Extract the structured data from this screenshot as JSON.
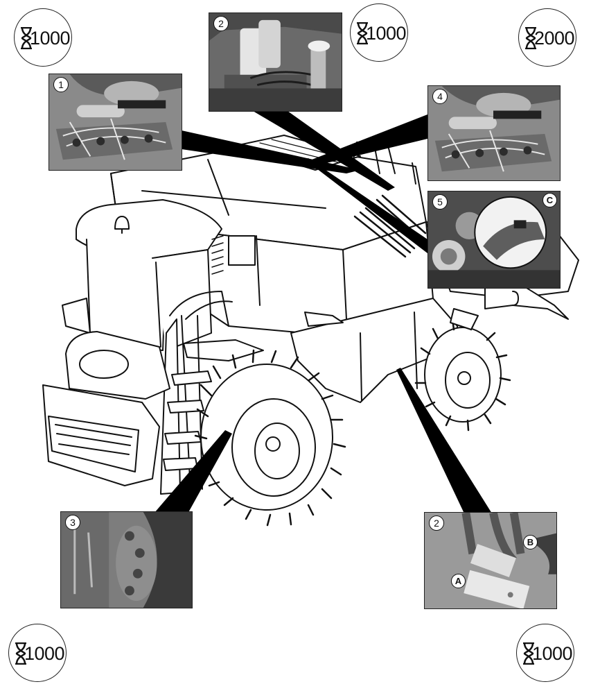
{
  "hour_badges": {
    "top_left": "1000",
    "top_center": "1000",
    "top_right": "2000",
    "bottom_left": "1000",
    "bottom_right": "1000"
  },
  "photos": {
    "p1": {
      "number": "1"
    },
    "p2_top": {
      "number": "2"
    },
    "p4": {
      "number": "4"
    },
    "p5": {
      "number": "5",
      "letter": "C"
    },
    "p3": {
      "number": "3"
    },
    "p2_bottom": {
      "number": "2",
      "letter_a": "A",
      "letter_b": "B"
    }
  },
  "icons": {
    "hour_badge": "hourglass-icon",
    "machine": "combine-harvester"
  },
  "colors": {
    "line": "#111111",
    "photo_gray": "#6f6f6f"
  }
}
